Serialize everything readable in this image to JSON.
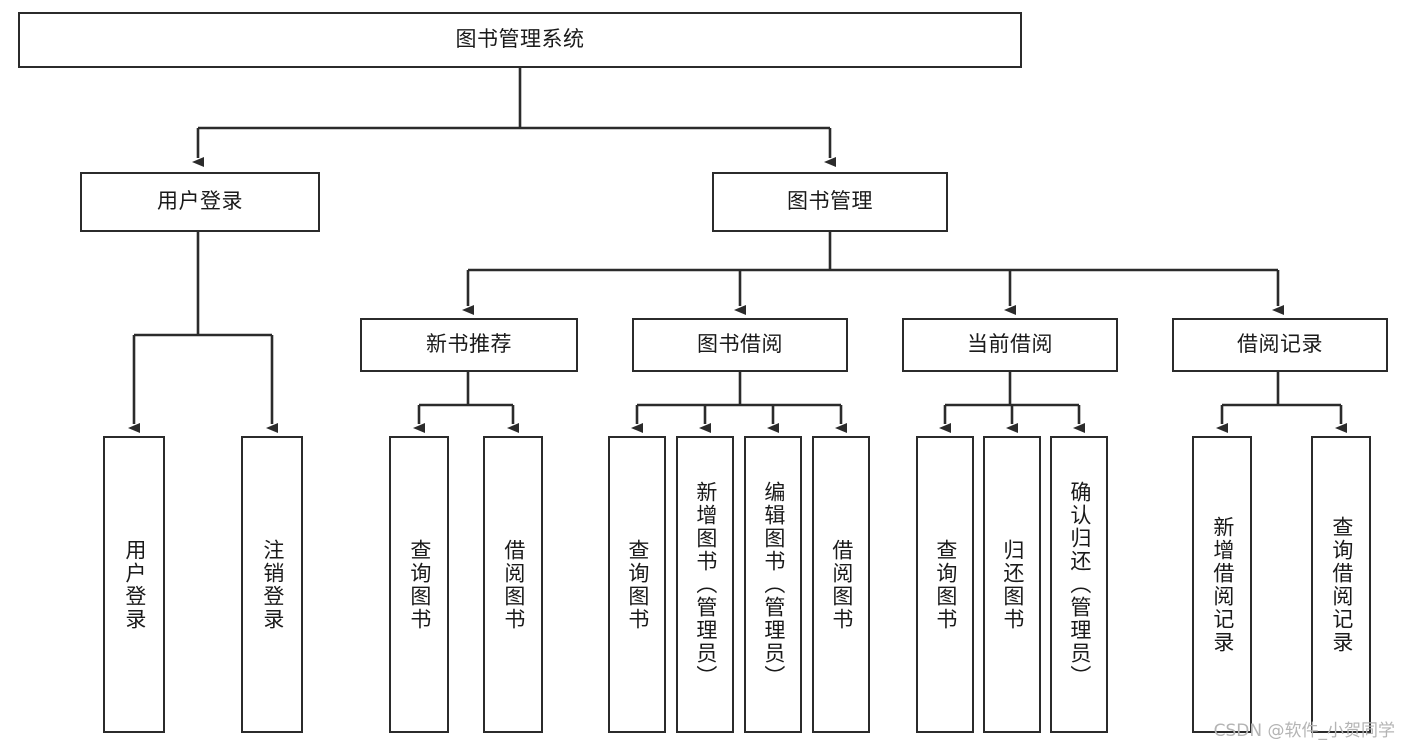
{
  "diagram": {
    "title": "图书管理系统",
    "type": "tree-hierarchy",
    "root": {
      "label": "图书管理系统"
    },
    "level2": [
      {
        "label": "用户登录"
      },
      {
        "label": "图书管理"
      }
    ],
    "level3": [
      {
        "label": "新书推荐"
      },
      {
        "label": "图书借阅"
      },
      {
        "label": "当前借阅"
      },
      {
        "label": "借阅记录"
      }
    ],
    "leaves": {
      "user_login": [
        {
          "label": "用户登录"
        },
        {
          "label": "注销登录"
        }
      ],
      "new_book_recommend": [
        {
          "label": "查询图书"
        },
        {
          "label": "借阅图书"
        }
      ],
      "book_borrow": [
        {
          "label": "查询图书"
        },
        {
          "label": "新增图书（管理员）"
        },
        {
          "label": "编辑图书（管理员）"
        },
        {
          "label": "借阅图书"
        }
      ],
      "current_borrow": [
        {
          "label": "查询图书"
        },
        {
          "label": "归还图书"
        },
        {
          "label": "确认归还（管理员）"
        }
      ],
      "borrow_record": [
        {
          "label": "新增借阅记录"
        },
        {
          "label": "查询借阅记录"
        }
      ]
    }
  },
  "watermark": {
    "text": "CSDN @软件_小贺同学"
  },
  "colors": {
    "border": "#2b2b2b",
    "background": "#ffffff",
    "text": "#1a1a1a",
    "watermark": "#b4b4b4"
  }
}
